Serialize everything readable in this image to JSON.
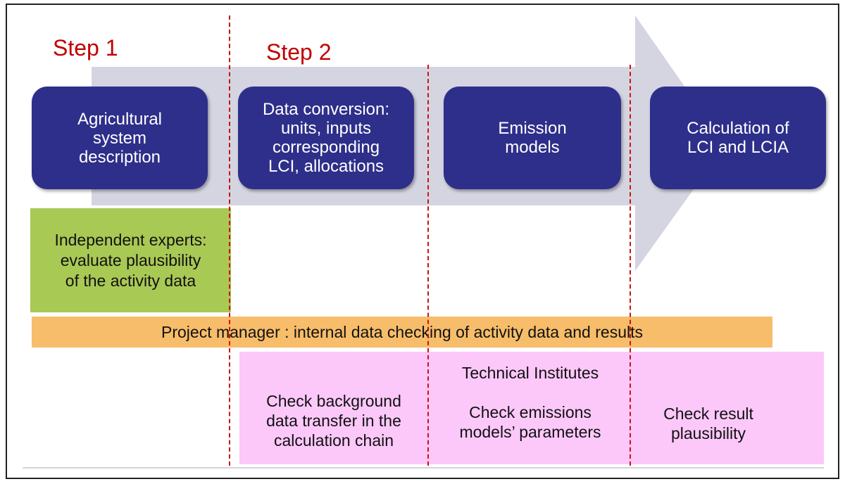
{
  "steps": {
    "step1": "Step 1",
    "step2": "Step 2"
  },
  "process_boxes": [
    "Agricultural\nsystem\ndescription",
    "Data conversion:\nunits, inputs\ncorresponding\nLCI, allocations",
    "Emission\nmodels",
    "Calculation of\nLCI and LCIA"
  ],
  "independent_experts": "Independent experts:\nevaluate plausibility\nof the activity data",
  "project_manager": "Project manager : internal data checking of activity data and results",
  "technical_institutes": {
    "title": "Technical Institutes",
    "check_background": "Check background\ndata transfer in the\ncalculation chain",
    "check_emissions": "Check emissions\nmodels’ parameters",
    "check_result": "Check result\nplausibility"
  },
  "colors": {
    "step_text": "#c00000",
    "process_box": "#2e2f8a",
    "arrow": "#d5d5e2",
    "independent_experts_bg": "#a9c955",
    "project_manager_bg": "#f7bd6a",
    "technical_institutes_bg": "#fcc8fa",
    "divider": "#cc1111"
  }
}
